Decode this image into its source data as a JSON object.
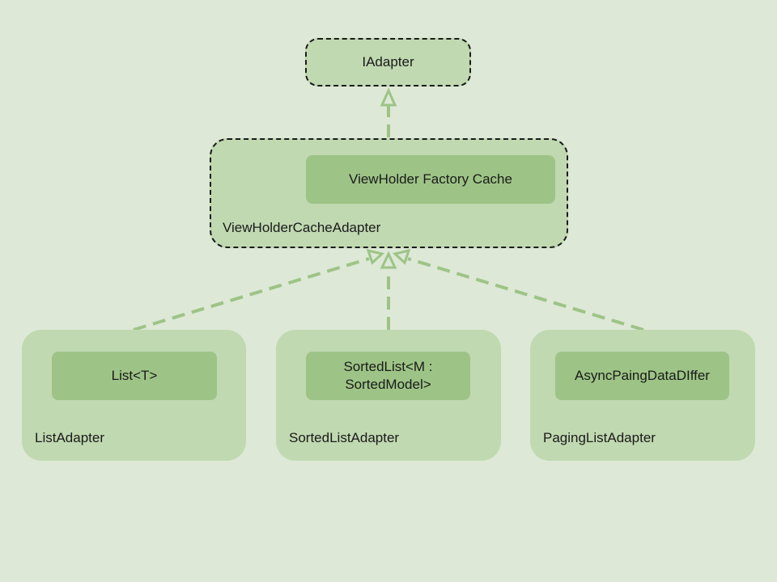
{
  "interface": {
    "label": "IAdapter"
  },
  "base_adapter": {
    "label": "ViewHolderCacheAdapter",
    "component": "ViewHolder Factory Cache"
  },
  "adapters": [
    {
      "label": "ListAdapter",
      "component": "List<T>"
    },
    {
      "label": "SortedListAdapter",
      "component": "SortedList<M :\nSortedModel>"
    },
    {
      "label": "PagingListAdapter",
      "component": "AsyncPaingDataDIffer"
    }
  ],
  "colors": {
    "background": "#dde8d6",
    "node_fill": "#c0d9b1",
    "inner_fill": "#9dc486",
    "edge": "#9dc486",
    "border": "#1a1a1a"
  }
}
